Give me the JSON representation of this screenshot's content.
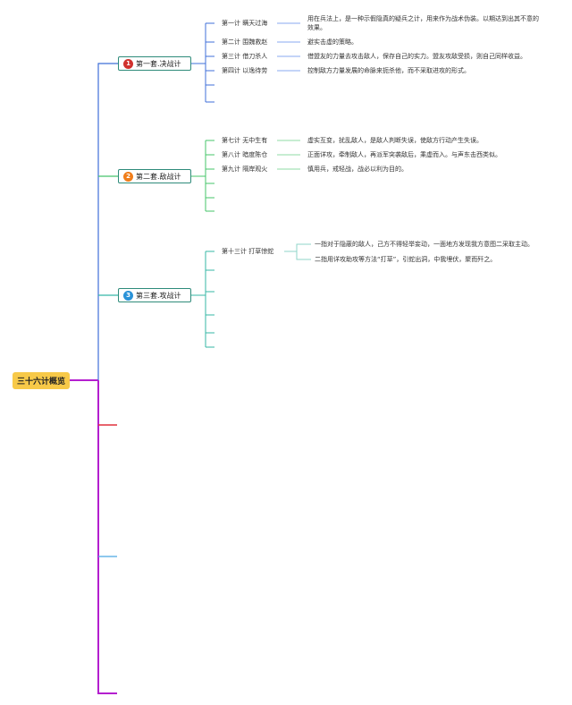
{
  "root": {
    "label": "三十六计概览"
  },
  "groups": [
    {
      "number": "1",
      "label": "第一套.决战计",
      "badge_color": "#d0312d",
      "items": [
        {
          "name": "第一计 瞒天过海",
          "desc": "用在兵法上，是一种示假隐真的疑兵之计，用来作为战术伪装。以期达到出其不意的效果。"
        },
        {
          "name": "第二计 围魏救赵",
          "desc": "避实击虚的策略。"
        },
        {
          "name": "第三计 借刀杀人",
          "desc": "借盟友的力量去攻击敌人，保存自己的实力。盟友攻敌受损，则自己同样收益。"
        },
        {
          "name": "第四计 以逸待劳",
          "desc": "控制敌方力量发展的命脉来扼杀他，而不采取进攻的形式。"
        }
      ]
    },
    {
      "number": "2",
      "label": "第二套.敌战计",
      "badge_color": "#f07d1a",
      "items": [
        {
          "name": "第七计 无中生有",
          "desc": "虚实互变，扰乱敌人，是敌人判断失误，使敌方行动产生失误。"
        },
        {
          "name": "第八计 暗度陈仓",
          "desc": "正面详攻，牵制敌人，再派军突袭敌后，乘虚而入。与声东击西类似。"
        },
        {
          "name": "第九计 隔岸观火",
          "desc": "慎用兵，戒轻战，战必以利为目的。"
        }
      ]
    },
    {
      "number": "3",
      "label": "第三套.攻战计",
      "badge_color": "#2a92d8",
      "items": [
        {
          "name": "第十三计 打草惊蛇",
          "subs": [
            "一指对于隐蔽的敌人，己方不得轻举妄动，一面地方发现我方意图二采取主动。",
            "二指用详攻助攻等方法“打草”，引蛇出洞，中我埋伏，聚而歼之。"
          ]
        }
      ]
    }
  ],
  "colors": {
    "branch_blue": "#3f6fd8",
    "branch_green": "#46c46a",
    "branch_teal": "#35b7a6",
    "branch_purple": "#b41fcf",
    "branch_red": "#e0303c",
    "branch_lightblue": "#4aa8e2",
    "leaf_blue": "#8aa8f0",
    "leaf_green": "#8fdba6",
    "leaf_teal": "#8fd4c9"
  }
}
